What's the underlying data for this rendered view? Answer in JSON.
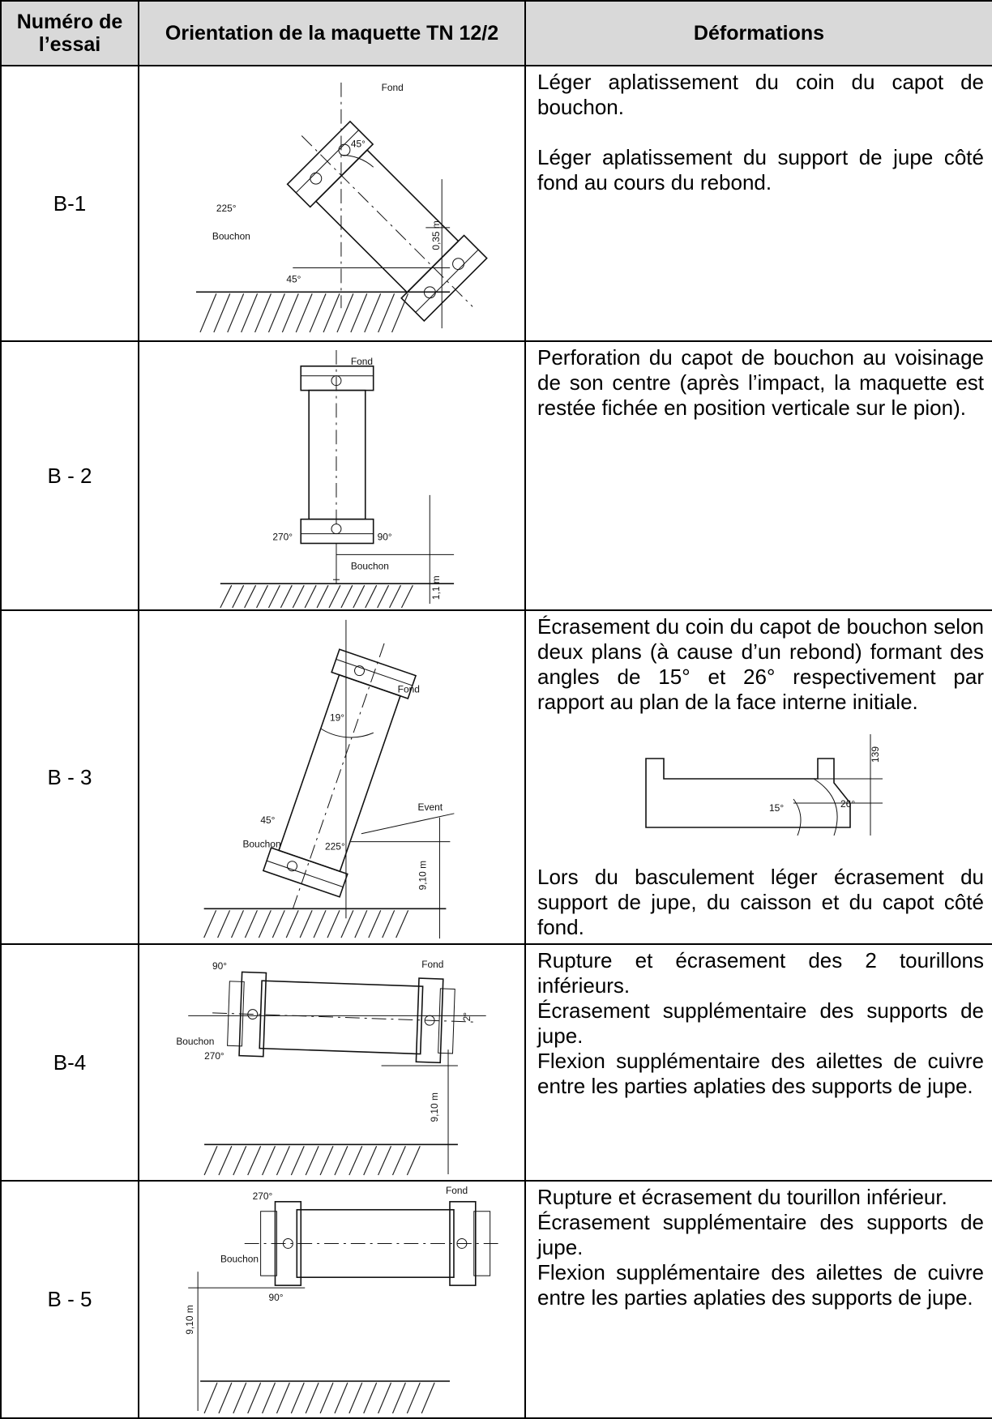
{
  "table": {
    "headers": {
      "col1": "Numéro de l’essai",
      "col2": "Orientation de la maquette TN 12/2",
      "col3": "Déformations"
    },
    "rows": [
      {
        "id": "B-1",
        "figure": {
          "labels": [
            "Fond",
            "45°",
            "225°",
            "Bouchon",
            "45°",
            "0,35 m"
          ]
        },
        "paragraphs": [
          "Léger aplatissement du coin du capot de bouchon.",
          "Léger aplatissement du support de jupe côté fond au cours du rebond."
        ]
      },
      {
        "id": "B - 2",
        "figure": {
          "labels": [
            "Fond",
            "270°",
            "90°",
            "Bouchon",
            "1,1 m"
          ]
        },
        "paragraphs": [
          "Perforation du capot de bouchon au voisinage de son centre (après l’impact, la maquette est restée fichée en position verticale sur le pion)."
        ]
      },
      {
        "id": "B - 3",
        "figure": {
          "labels": [
            "Fond",
            "19°",
            "45°",
            "Event",
            "Bouchon",
            "225°",
            "9,10 m"
          ]
        },
        "paragraphs": [
          "Écrasement du coin du capot de bouchon selon deux plans (à cause d’un rebond) formant des angles de 15° et 26° respectivement par rapport au plan de la face interne initiale.",
          "Lors du basculement léger écrasement du support de jupe, du caisson et du capot côté fond."
        ],
        "inset": {
          "labels": [
            "139",
            "15°",
            "26°"
          ]
        }
      },
      {
        "id": "B-4",
        "figure": {
          "labels": [
            "90°",
            "Fond",
            "2°",
            "Bouchon",
            "270°",
            "9,10 m"
          ]
        },
        "paragraphs": [
          "Rupture et écrasement des 2 tourillons inférieurs.",
          "Écrasement supplémentaire des supports de jupe.",
          "Flexion supplémentaire des ailettes de cuivre entre les parties aplaties des supports de jupe."
        ]
      },
      {
        "id": "B - 5",
        "figure": {
          "labels": [
            "270°",
            "Fond",
            "Bouchon",
            "90°",
            "9,10 m"
          ]
        },
        "paragraphs": [
          "Rupture et écrasement du tourillon inférieur.",
          "Écrasement supplémentaire des supports de jupe.",
          "Flexion supplémentaire des ailettes de cuivre entre les parties aplaties des supports de jupe."
        ]
      }
    ]
  }
}
